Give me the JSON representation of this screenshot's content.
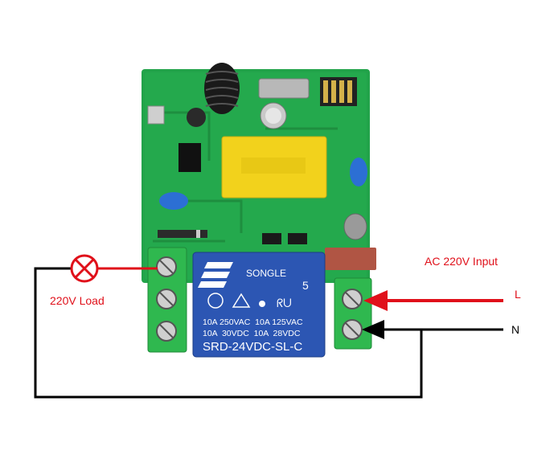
{
  "labels": {
    "load": "220V Load",
    "ac_input": "AC 220V Input",
    "live": "L",
    "neutral": "N"
  },
  "relay": {
    "brand": "SONGLE",
    "number": "5",
    "rating_1": "10A 250VAC  10A 125VAC",
    "rating_2": "10A  30VDC  10A  28VDC",
    "model": "SRD-24VDC-SL-C"
  },
  "colors": {
    "pcb": "#22a34a",
    "terminal": "#2fb84f",
    "relay": "#2c56b3",
    "live_wire": "#e0101a",
    "neutral_wire": "#000000",
    "label_red": "#e0101a"
  }
}
